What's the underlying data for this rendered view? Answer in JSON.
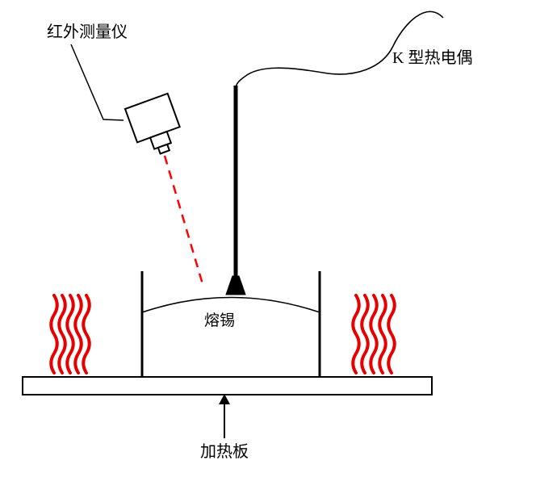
{
  "diagram": {
    "title_hint": "solder-temperature-measurement-setup",
    "labels": {
      "infrared_meter": "红外测量仪",
      "thermocouple": "K 型热电偶",
      "molten_tin": "熔锡",
      "heating_plate": "加热板"
    },
    "colors": {
      "heat_wave": "#e60000",
      "laser": "#ff0000",
      "line": "#000000"
    }
  }
}
